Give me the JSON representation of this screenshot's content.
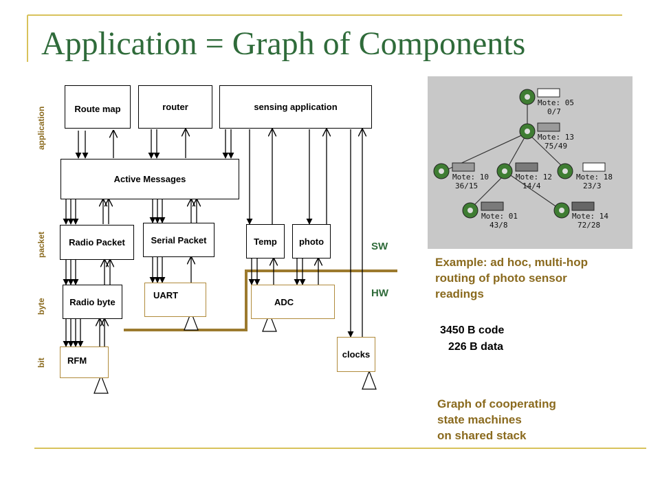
{
  "title": "Application = Graph of Components",
  "layers": [
    "application",
    "packet",
    "byte",
    "bit"
  ],
  "divider": {
    "sw": "SW",
    "hw": "HW"
  },
  "components": {
    "route_map": "Route map",
    "router": "router",
    "sensing_application": "sensing application",
    "active_messages": "Active Messages",
    "radio_packet": "Radio Packet",
    "serial_packet": "Serial Packet",
    "temp": "Temp",
    "photo": "photo",
    "radio_byte": "Radio byte",
    "uart": "UART",
    "adc": "ADC",
    "rfm": "RFM",
    "clocks": "clocks"
  },
  "network": {
    "nodes": [
      {
        "line1": "Mote: 05",
        "line2": "0/7"
      },
      {
        "line1": "Mote: 13",
        "line2": "75/49"
      },
      {
        "line1": "Mote: 10",
        "line2": "36/15"
      },
      {
        "line1": "Mote: 12",
        "line2": "14/4"
      },
      {
        "line1": "Mote: 18",
        "line2": "23/3"
      },
      {
        "line1": "Mote: 01",
        "line2": "43/8"
      },
      {
        "line1": "Mote: 14",
        "line2": "72/28"
      }
    ]
  },
  "notes": {
    "example": [
      "Example: ad hoc, multi-hop",
      "routing of photo sensor",
      "readings"
    ],
    "code": "3450 B code",
    "data": "226 B data",
    "summary": [
      "Graph of cooperating",
      "state machines",
      "on shared stack"
    ]
  },
  "colors": {
    "title": "#2f6b3a",
    "accent": "#8a6a1e",
    "rule": "#b08a3a",
    "hw_line": "#9c7a2e"
  }
}
